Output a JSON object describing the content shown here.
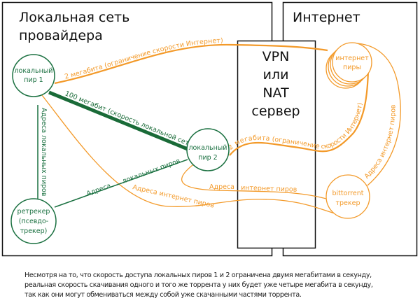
{
  "regions": {
    "provider_network": {
      "title_line1": "Локальная сеть",
      "title_line2": "провайдера"
    },
    "internet": {
      "title": "Интернет"
    },
    "gateway": {
      "line1": "VPN",
      "line2": "или",
      "line3": "NAT",
      "line4": "сервер"
    }
  },
  "nodes": {
    "local_peer_1": {
      "line1": "локальный",
      "line2": "пир 1"
    },
    "local_peer_2": {
      "line1": "локальный",
      "line2": "пир 2"
    },
    "retracker": {
      "line1": "ретрекер",
      "line2": "(псевдо-",
      "line3": "трекер)"
    },
    "internet_peers": {
      "line1": "интернет",
      "line2": "пиры"
    },
    "bittorrent_tracker": {
      "line1": "bittorrent",
      "line2": "трекер"
    }
  },
  "links": {
    "peer1_internet": "2 мегабита (ограничение скорости Интернет)",
    "peer2_internet": "2 мегабита (ограничение скорости Интернет)",
    "peer1_peer2": "100 мегабит (скорость локальной сети)",
    "retracker_peer1": "Адреса локальных пиров",
    "retracker_peer2_a": "Адреса",
    "retracker_peer2_b": "локальных пиров",
    "tracker_peer2_a": "Адреса",
    "tracker_peer2_b": "интернет пиров",
    "tracker_peer1": "Адреса интернет пиров",
    "tracker_internet_peers": "Адреса интернет пиров"
  },
  "colors": {
    "local": "#1a7040",
    "internet": "#f39a2a",
    "border": "#111111"
  },
  "caption": {
    "line1": "Несмотря на то, что скорость доступа локальных пиров 1 и 2 ограничена двумя мегабитами в секунду,",
    "line2": "реальная скорость скачивания одного и того же торрента у них будет уже четыре мегабита в секунду,",
    "line3": "так как они могут обмениваться между собой уже скачанными частями торрента."
  }
}
